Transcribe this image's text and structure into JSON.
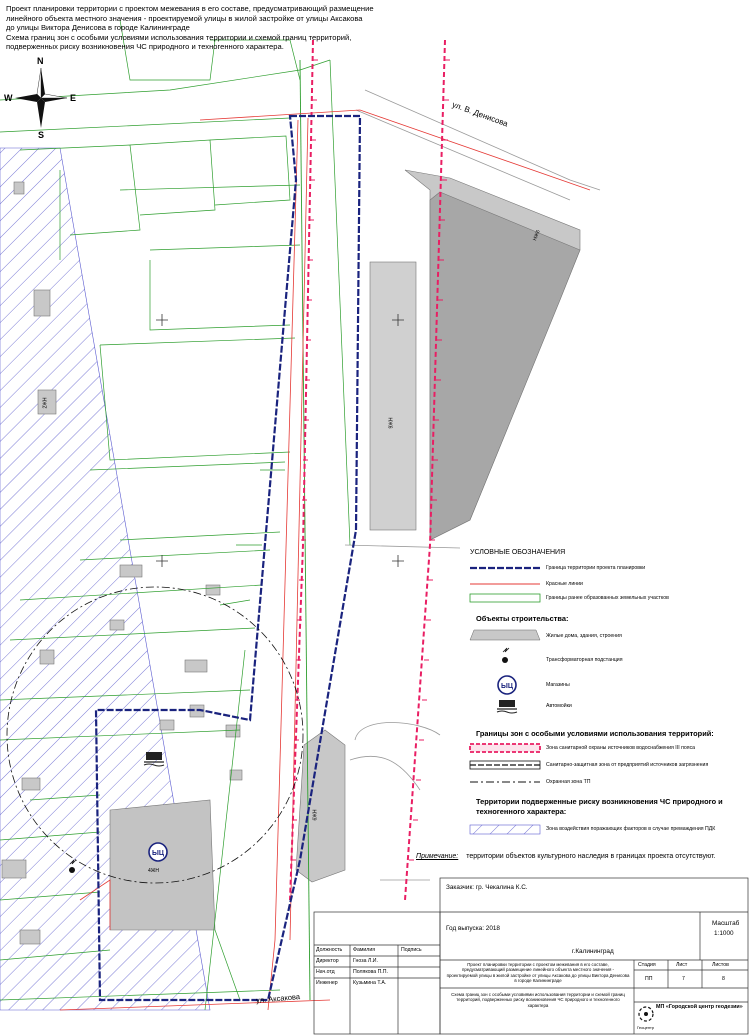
{
  "title": {
    "lines": [
      "Проект планировки территории с проектом межевания в его составе, предусматривающий размещение",
      "линейного объекта местного значения - проектируемой улицы в жилой застройке от улицы Аксакова",
      "до улицы Виктора Денисова в городе Калининграде",
      "Схема границ зон с особыми условиями использования территории и схемой границ территорий,",
      "подверженных риску возникновения ЧС природного и техногенного характера."
    ]
  },
  "compass": {
    "n": "N",
    "s": "S",
    "w": "W",
    "e": "E"
  },
  "map_labels": {
    "street_denisova": "ул. В. Денисова",
    "street_aksakova": "ул. Аксакова",
    "bldg_a": "9ЖН",
    "bldg_b": "9ЖН",
    "bldg_c": "6ЖН",
    "bldg_d": "4ЖН",
    "bldg_e": "2ЖН"
  },
  "legend": {
    "title": "УСЛОВНЫЕ ОБОЗНАЧЕНИЯ",
    "lines": [
      "Граница территории проекта планировки",
      "Красные линии",
      "Границы ранее образованных земельных участков"
    ],
    "objects_title": "Объекты строительства:",
    "objects": [
      "Жилые дома, здания, строения",
      "Трансформаторная подстанция",
      "Магазины",
      "Автомойки"
    ],
    "zones_title": "Границы зон с особыми условиями использования территорий:",
    "zones": [
      "Зона санитарной охраны источников водоснабжения III пояса",
      "Санитарно-защитная зона от предприятий источников загрязнения",
      "Охранная зона ТП"
    ],
    "risk_title": "Территории подверженные риску возникновения ЧС природного и техногенного характера:",
    "risk": [
      "Зона воздействия поражающих факторов в случае премаждения ПДК"
    ]
  },
  "note": {
    "label": "Примечание:",
    "text": "территории объектов культурного наследия в границах проекта отсутствуют."
  },
  "stamp": {
    "customer": "Заказчик: гр. Чекалина К.С.",
    "year": "Год выпуска: 2018",
    "scale_label": "Масштаб",
    "scale_value": "1:1000",
    "city": "г.Калининград",
    "cols": {
      "position": "Должность",
      "name": "Фамилия",
      "sign": "Подпись"
    },
    "people": [
      {
        "position": "Директор",
        "name": "Гноза Л.И."
      },
      {
        "position": "Нач.отд",
        "name": "Полякова П.П."
      },
      {
        "position": "Инженер",
        "name": "Кузьмина Т.А."
      }
    ],
    "project_desc": "Проект планировки территории с проектом межевания в его составе, предусматривающий размещение линейного объекта местного значения - проектируемой улицы в жилой застройке от улицы Аксакова до улицы Виктора Денисова в городе Калининграде",
    "sheet_desc": "Схема границ зон с особыми условиями использования территории и схемой границ территорий, подверженных риску возникновения ЧС природного и техногенного характера",
    "stage_label": "Стадия",
    "sheet_label": "Лист",
    "sheets_label": "Листов",
    "stage": "ПП",
    "sheet": "7",
    "sheets": "8",
    "org": "МП «Городской центр геодезии»",
    "logo_text": "Геоцентр"
  },
  "colors": {
    "boundary": "#1a237e",
    "red_line": "#e53935",
    "parcel": "#2e9e2e",
    "sanitary": "#e91e63",
    "hatch": "#7b7bd6"
  }
}
